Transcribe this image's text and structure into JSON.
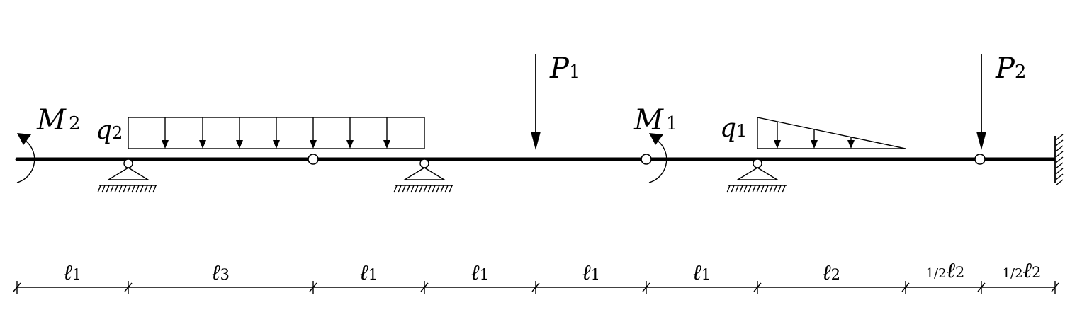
{
  "loads": {
    "P1": {
      "symbol": "P",
      "sub": "1"
    },
    "P2": {
      "symbol": "P",
      "sub": "2"
    },
    "M1": {
      "symbol": "M",
      "sub": "1"
    },
    "M2": {
      "symbol": "M",
      "sub": "2"
    },
    "q1": {
      "symbol": "q",
      "sub": "1"
    },
    "q2": {
      "symbol": "q",
      "sub": "2"
    }
  },
  "dimensions": [
    {
      "prefix": "",
      "symbol": "ℓ",
      "sub": "1"
    },
    {
      "prefix": "",
      "symbol": "ℓ",
      "sub": "3"
    },
    {
      "prefix": "",
      "symbol": "ℓ",
      "sub": "1"
    },
    {
      "prefix": "",
      "symbol": "ℓ",
      "sub": "1"
    },
    {
      "prefix": "",
      "symbol": "ℓ",
      "sub": "1"
    },
    {
      "prefix": "",
      "symbol": "ℓ",
      "sub": "1"
    },
    {
      "prefix": "",
      "symbol": "ℓ",
      "sub": "2"
    },
    {
      "prefix": "1/2",
      "symbol": "ℓ",
      "sub": "2"
    },
    {
      "prefix": "1/2",
      "symbol": "ℓ",
      "sub": "2"
    }
  ]
}
